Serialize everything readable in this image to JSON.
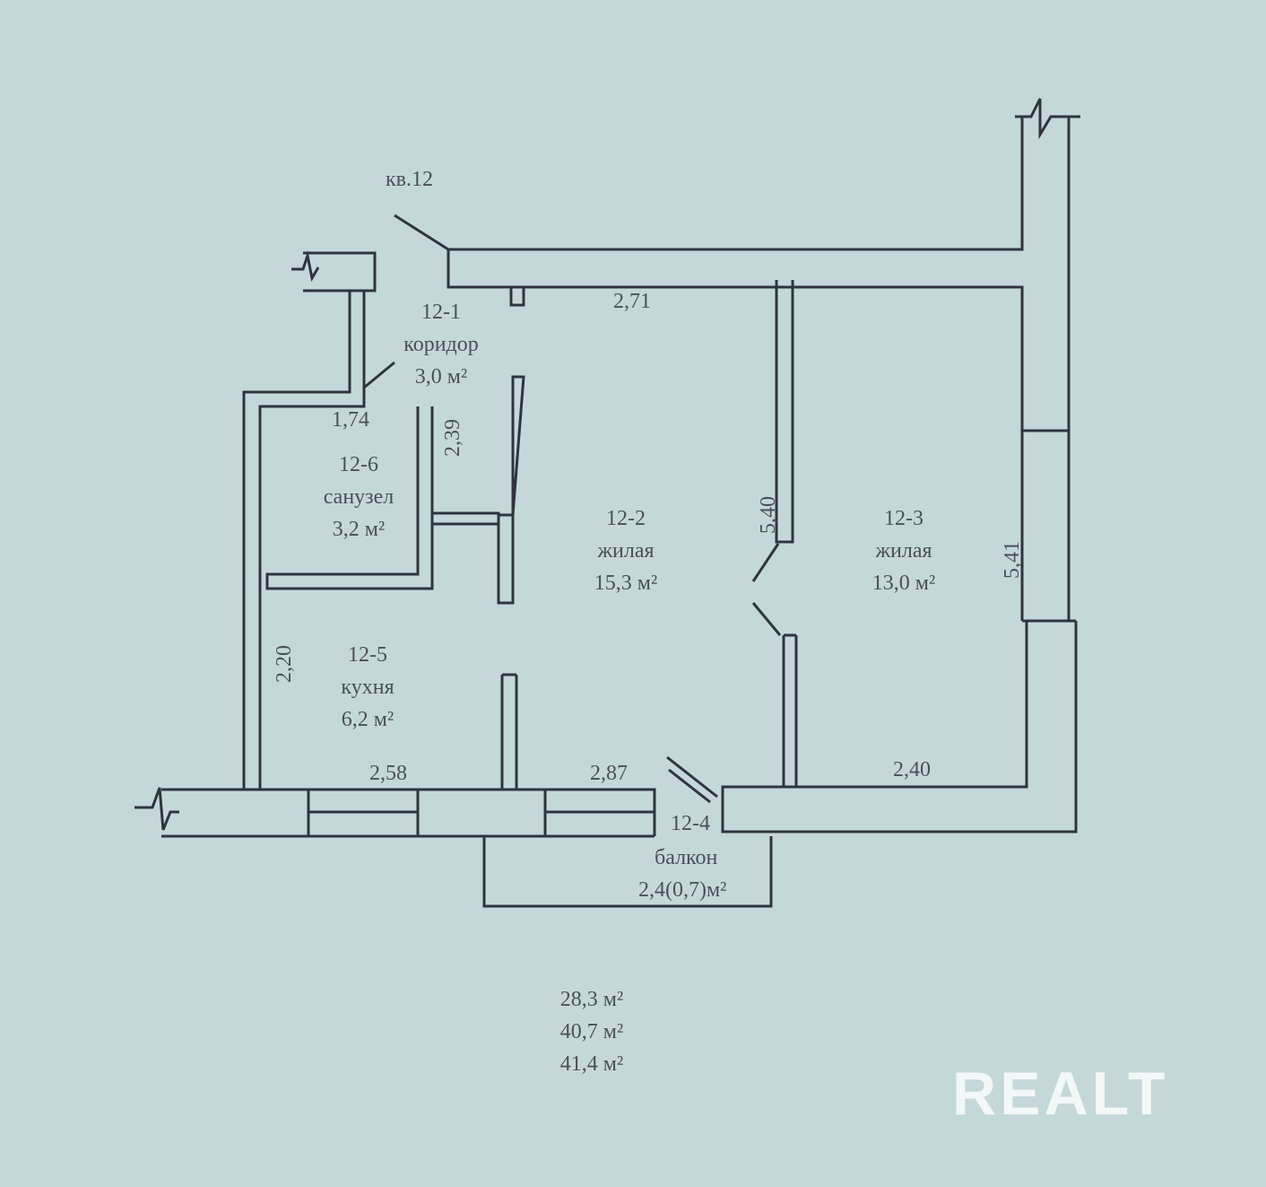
{
  "apartment": "кв.12",
  "rooms": [
    {
      "id": "12-1",
      "name": "коридор",
      "area": "3,0 м²"
    },
    {
      "id": "12-6",
      "name": "санузел",
      "area": "3,2 м²"
    },
    {
      "id": "12-2",
      "name": "жилая",
      "area": "15,3 м²"
    },
    {
      "id": "12-3",
      "name": "жилая",
      "area": "13,0 м²"
    },
    {
      "id": "12-5",
      "name": "кухня",
      "area": "6,2 м²"
    },
    {
      "id": "12-4",
      "name": "балкон",
      "area": "2,4(0,7)м²"
    }
  ],
  "dimensions": {
    "d271": "2,71",
    "d174": "1,74",
    "d239": "2,39",
    "d540": "5,40",
    "d541": "5,41",
    "d220": "2,20",
    "d258": "2,58",
    "d287": "2,87",
    "d240": "2,40"
  },
  "totals": [
    "28,3 м²",
    "40,7 м²",
    "41,4 м²"
  ],
  "watermark": "REALT",
  "colors": {
    "background": "#c5d8d9",
    "line": "#2f3440",
    "text": "#4a4f5a"
  }
}
